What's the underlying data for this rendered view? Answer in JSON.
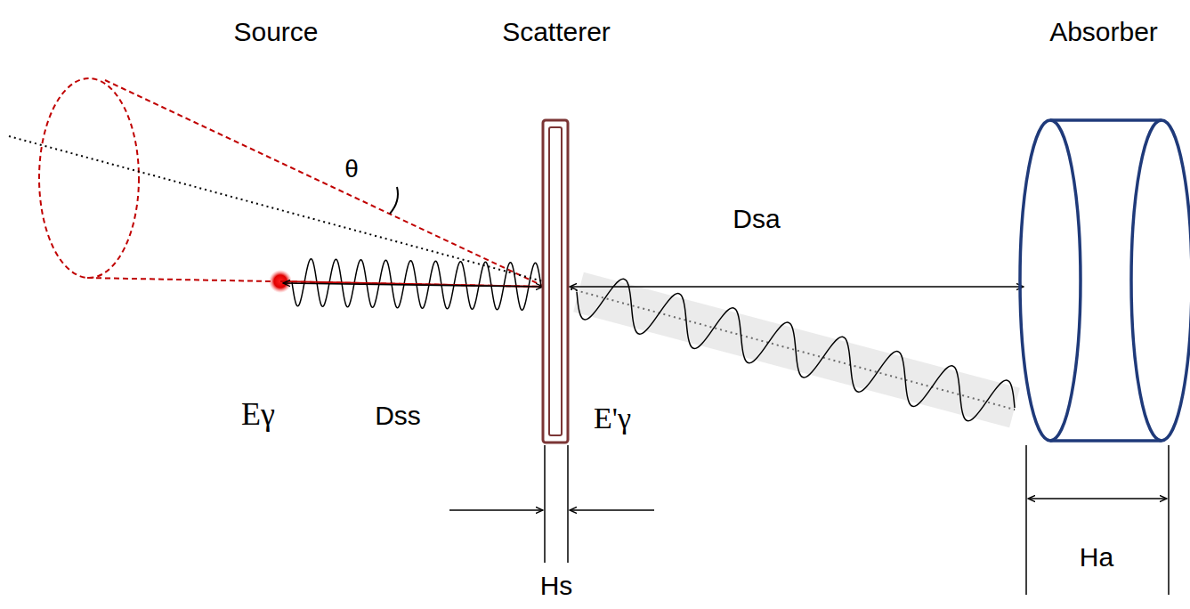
{
  "diagram": {
    "labels": [
      "Source",
      "Scatterer",
      "Absorber",
      "θ",
      "Dsa",
      "Eγ",
      "Dss",
      "E'γ",
      "Hs",
      "Ha"
    ]
  }
}
